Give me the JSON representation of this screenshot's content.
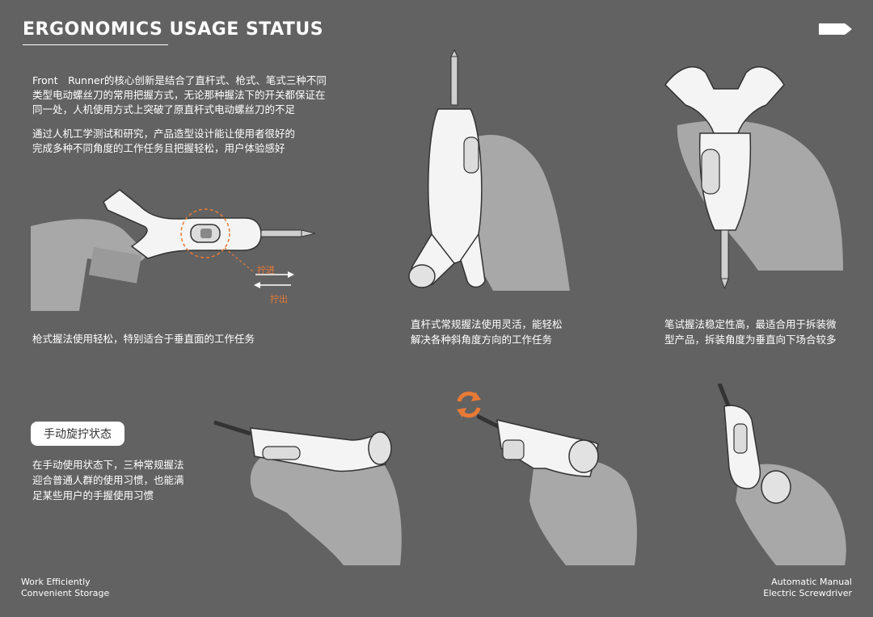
{
  "header": {
    "title": "ERGONOMICS USAGE STATUS",
    "nav_icon": "arrow-right-icon"
  },
  "intro": {
    "paragraph1": [
      "Front　Runner的核心创新是结合了直杆式、枪式、笔式三种不同",
      "类型电动螺丝刀的常用把握方式，无论那种握法下的开关都保证在",
      "同一处，人机使用方式上突破了原直杆式电动螺丝刀的不足"
    ],
    "paragraph2": [
      "通过人机工学测试和研究，产品造型设计能让使用者很好的",
      "完成多种不同角度的工作任务且把握轻松，用户体验感好"
    ]
  },
  "grips": {
    "gun": {
      "caption": [
        "枪式握法使用轻松，特别适合于垂直面的工作任务"
      ],
      "annotation_in": "拧进",
      "annotation_out": "拧出"
    },
    "straight": {
      "caption": [
        "直杆式常规握法使用灵活，能轻松",
        "解决各种斜角度方向的工作任务"
      ]
    },
    "pen": {
      "caption": [
        "笔试握法稳定性高，最适合用于拆装微",
        "型产品，拆装角度为垂直向下场合较多"
      ]
    }
  },
  "manual": {
    "badge": "手动旋拧状态",
    "caption": [
      "在手动使用状态下，三种常规握法",
      "迎合普通人群的使用习惯，也能满",
      "足某些用户的手握使用习惯"
    ]
  },
  "footer": {
    "left": [
      "Work Efficiently",
      "Convenient Storage"
    ],
    "right": [
      "Automatic Manual",
      "Electric Screwdriver"
    ]
  },
  "colors": {
    "background": "#626262",
    "accent": "#e87a35",
    "hand": "#a8a8a8",
    "device": "#f4f4f4"
  }
}
